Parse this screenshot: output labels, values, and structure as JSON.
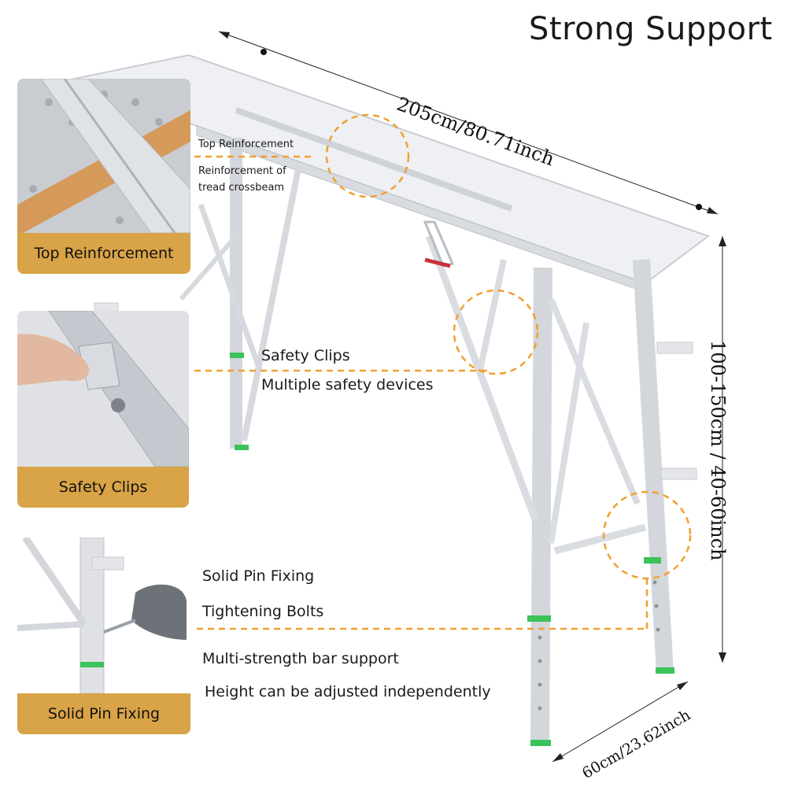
{
  "title": "Strong Support",
  "dimensions": {
    "length": "205cm/80.71inch",
    "height": "100-150cm / 40-60inch",
    "width": "60cm/23.62inch"
  },
  "callouts": {
    "top_reinforcement": "Top Reinforcement",
    "tread_crossbeam": "Reinforcement of tread crossbeam",
    "safety_clips": "Safety Clips",
    "multiple_safety": "Multiple safety devices",
    "solid_pin": "Solid Pin Fixing",
    "tightening_bolts": "Tightening Bolts",
    "multi_strength": "Multi-strength bar support",
    "height_adjust": "Height can be adjusted independently"
  },
  "panels": [
    {
      "caption": "Top Reinforcement"
    },
    {
      "caption": "Safety Clips"
    },
    {
      "caption": "Solid Pin Fixing"
    }
  ],
  "colors": {
    "accent_orange": "#f0a030",
    "caption_gold": "#d9a347",
    "frame_silver": "#c9cbcf",
    "green_band": "#3cc25a",
    "handle_red": "#c8323a"
  }
}
